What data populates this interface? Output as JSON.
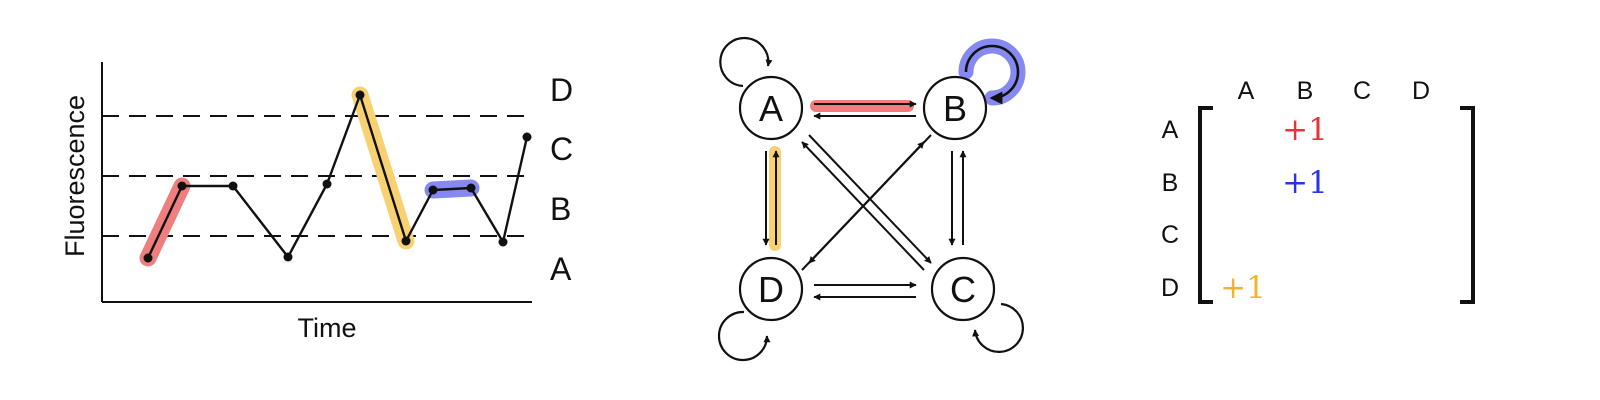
{
  "trace": {
    "axis_y_label": "Fluorescence",
    "axis_x_label": "Time",
    "levels": [
      "A",
      "B",
      "C",
      "D"
    ],
    "points": [
      {
        "state": "A"
      },
      {
        "state": "B"
      },
      {
        "state": "B"
      },
      {
        "state": "A"
      },
      {
        "state": "B"
      },
      {
        "state": "D"
      },
      {
        "state": "A"
      },
      {
        "state": "B"
      },
      {
        "state": "B"
      },
      {
        "state": "A"
      },
      {
        "state": "C"
      }
    ],
    "highlights": [
      {
        "from": 0,
        "to": 1,
        "color": "#ef7f7f"
      },
      {
        "from": 5,
        "to": 6,
        "color": "#f8d272"
      },
      {
        "from": 7,
        "to": 8,
        "color": "#8589f0"
      }
    ]
  },
  "graph": {
    "nodes": [
      "A",
      "B",
      "C",
      "D"
    ]
  },
  "matrix": {
    "col_headers": [
      "A",
      "B",
      "C",
      "D"
    ],
    "row_headers": [
      "A",
      "B",
      "C",
      "D"
    ],
    "cells": [
      {
        "row": 0,
        "col": 1,
        "text": "+1",
        "color": "#e8333a"
      },
      {
        "row": 1,
        "col": 1,
        "text": "+1",
        "color": "#2b34e0"
      },
      {
        "row": 3,
        "col": 0,
        "text": "+1",
        "color": "#f0b52b"
      }
    ]
  },
  "colors": {
    "red": "#ef7f7f",
    "yellow": "#f8d272",
    "blue": "#8589f0"
  }
}
